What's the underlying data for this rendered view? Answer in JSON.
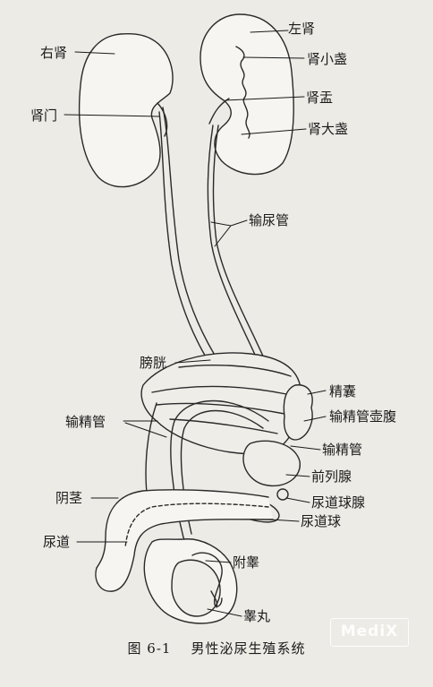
{
  "labels": {
    "left_kidney": "左肾",
    "right_kidney": "右肾",
    "minor_calyx": "肾小盏",
    "renal_hilum": "肾门",
    "renal_pelvis": "肾盂",
    "major_calyx": "肾大盏",
    "ureter": "输尿管",
    "bladder": "膀胱",
    "seminal_vesicle": "精囊",
    "ampulla": "输精管壶腹",
    "vas_deferens_left": "输精管",
    "vas_deferens_right": "输精管",
    "prostate": "前列腺",
    "penis": "阴茎",
    "bulbourethral_gland": "尿道球腺",
    "urethral_bulb": "尿道球",
    "urethra": "尿道",
    "epididymis": "附睾",
    "testis": "睾丸"
  },
  "caption": {
    "figure_number": "图 6-1",
    "title": "男性泌尿生殖系统"
  },
  "watermark": "MediX"
}
